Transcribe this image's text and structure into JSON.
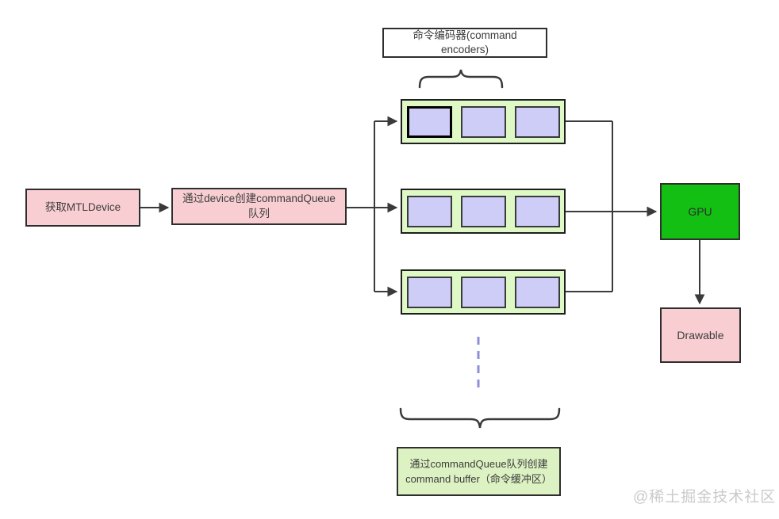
{
  "diagram": {
    "nodes": {
      "mtl_device": "获取MTLDevice",
      "command_queue": "通过device创建commandQueue队列",
      "encoders_label": "命令编码器(command encoders)",
      "gpu": "GPU",
      "drawable": "Drawable",
      "buffer_caption": "通过commandQueue队列创建command buffer（命令缓冲区）"
    },
    "command_buffer_rows": [
      {
        "slots": 3
      },
      {
        "slots": 3
      },
      {
        "slots": 3
      }
    ],
    "colors": {
      "pink": "#f9ced2",
      "row-green": "#def8c6",
      "slot-purple": "#cecdf7",
      "gpu-green": "#12bf12",
      "caption-green": "#ddf2c3",
      "line": "#3a3a3a",
      "border-dark": "#2e2e2e",
      "dashed": "#8f8fd9",
      "watermark": "#cacaca",
      "text": "#3c3c3c"
    },
    "watermark": "@稀土掘金技术社区"
  }
}
